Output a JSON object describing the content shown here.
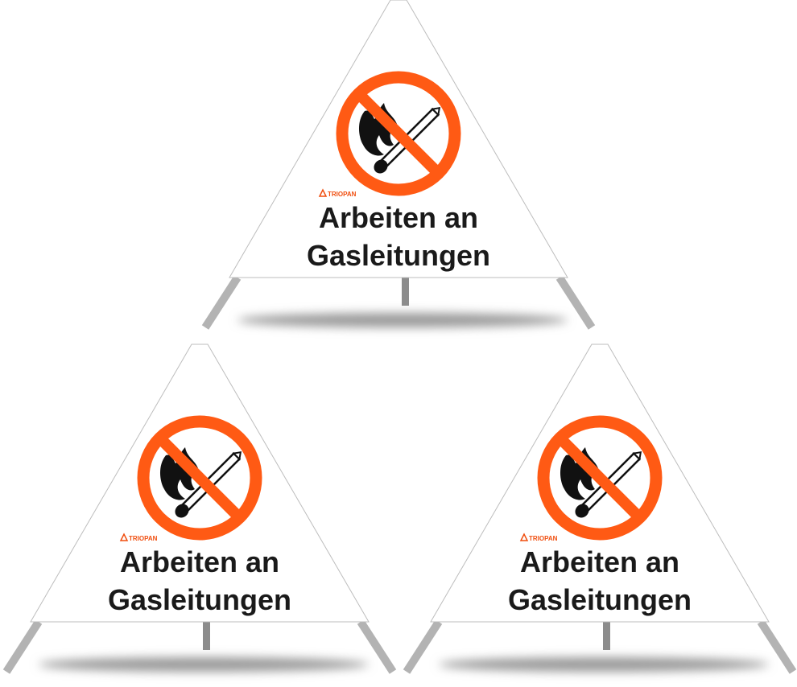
{
  "signs": [
    {
      "line1": "Arbeiten an",
      "line2": "Gasleitungen",
      "logo": "TRIOPAN",
      "symbol": "no-open-flame-icon"
    },
    {
      "line1": "Arbeiten an",
      "line2": "Gasleitungen",
      "logo": "TRIOPAN",
      "symbol": "no-open-flame-icon"
    },
    {
      "line1": "Arbeiten an",
      "line2": "Gasleitungen",
      "logo": "TRIOPAN",
      "symbol": "no-open-flame-icon"
    }
  ],
  "colors": {
    "prohibition": "#ff5a14",
    "text": "#1a1a1a",
    "legs": "#b3b3b3",
    "post": "#8c8c8c"
  }
}
